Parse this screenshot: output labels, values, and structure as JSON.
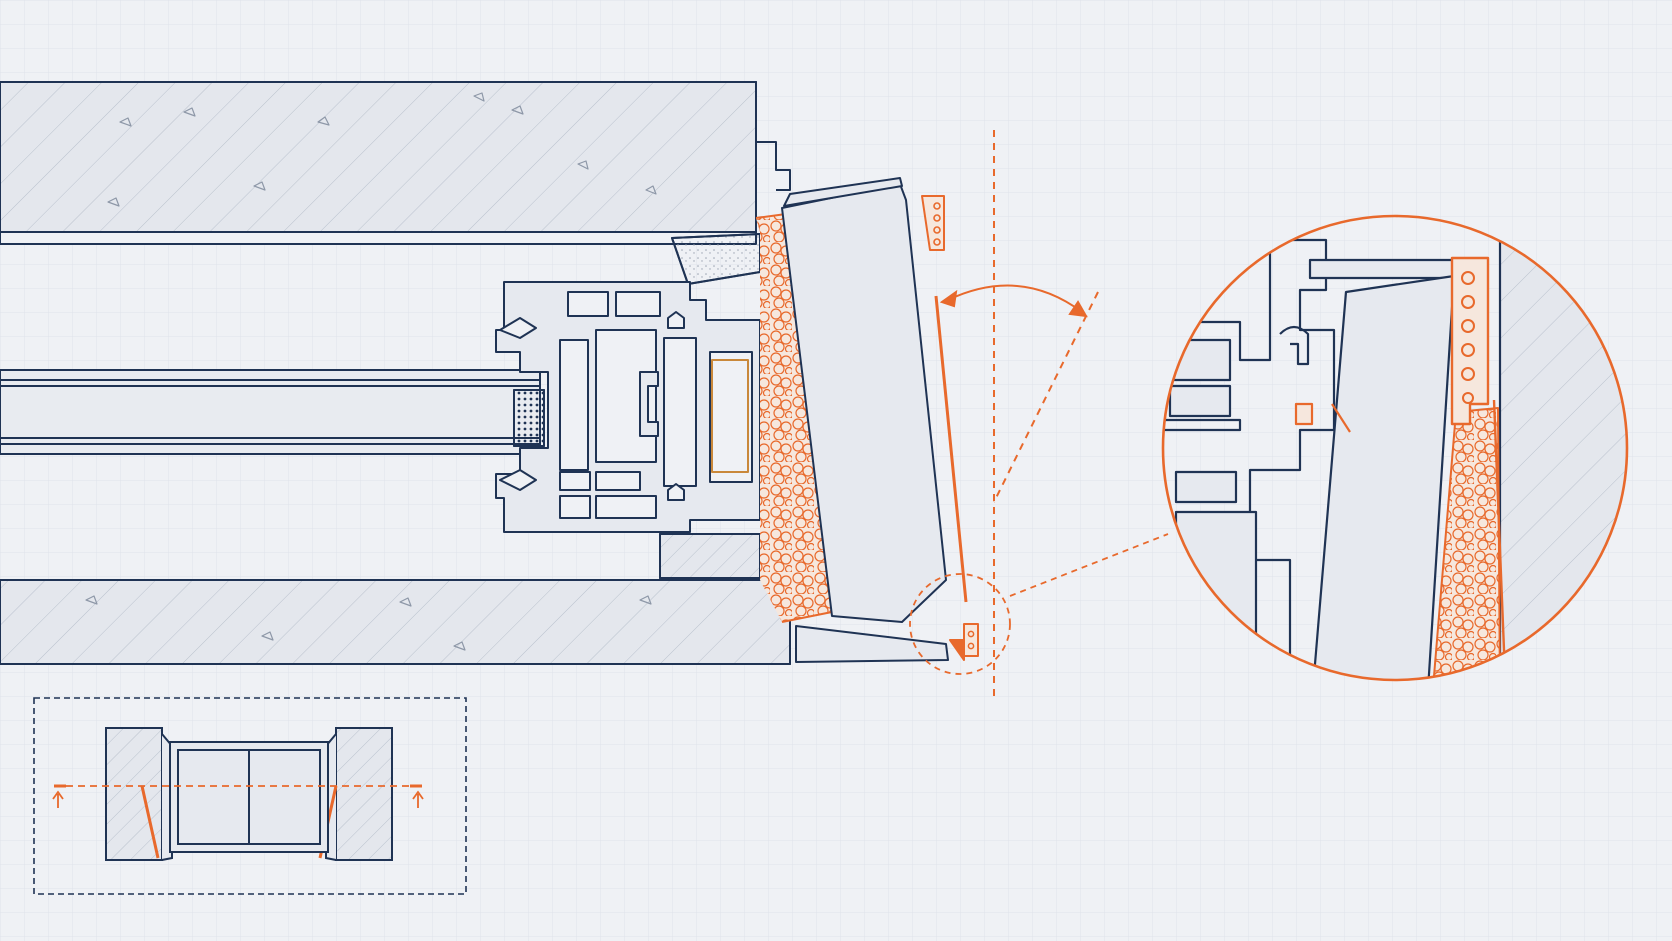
{
  "drawing": {
    "kind": "window-installation-section",
    "components": [
      "masonry-wall-head",
      "masonry-wall-sill",
      "window-frame-profile",
      "double-glazing",
      "foam-insulation",
      "reveal-board",
      "perforated-fixing-bracket",
      "angle-dimension-arc",
      "detail-callout",
      "elevation-key-plan"
    ],
    "colors": {
      "background": "#eff1f5",
      "grid": "#dfe3ea",
      "line": "#1f3354",
      "accent": "#e8692c",
      "fill": "#e6e9ef",
      "wall_fill": "#e4e7ed",
      "foam_fill": "#f6e7dd"
    }
  }
}
